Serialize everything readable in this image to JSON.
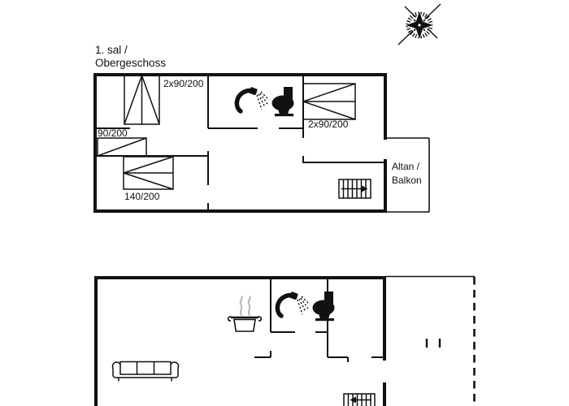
{
  "colors": {
    "line": "#111111",
    "steam": "#b3b3b3",
    "background": "#ffffff"
  },
  "upper_floor": {
    "title_line1": "1. sal /",
    "title_line2": "Obergeschoss",
    "labels": {
      "bed_top_left": "2x90/200",
      "bed_single": "90/200",
      "bed_double_140": "140/200",
      "bed_right": "2x90/200",
      "balcony_line1": "Altan /",
      "balcony_line2": "Balkon"
    }
  },
  "ground_floor": {
    "labels": {}
  },
  "icons": [
    "compass-rose-icon",
    "double-bed-vertical-icon",
    "single-bed-90-icon",
    "double-bed-140-icon",
    "double-bed-right-icon",
    "shower-icon",
    "toilet-icon",
    "staircase-up-icon",
    "staircase-down-icon",
    "sofa-icon",
    "cooking-pot-icon",
    "steam-icon"
  ]
}
